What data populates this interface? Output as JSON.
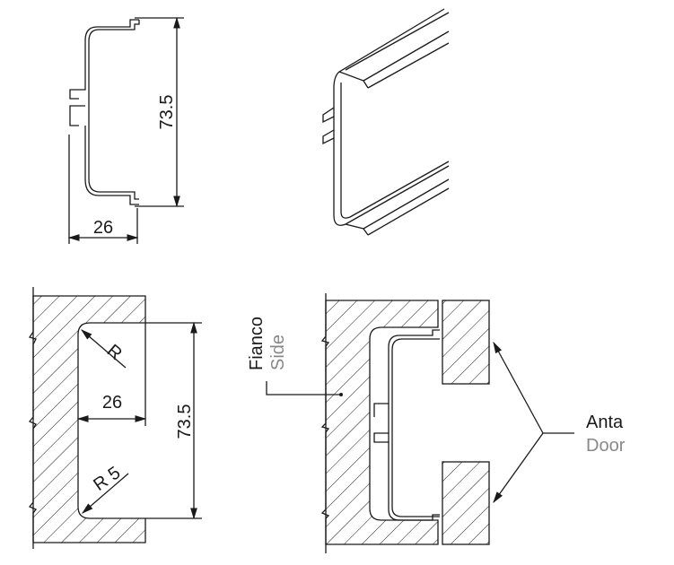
{
  "dimensions": {
    "height": "73.5",
    "width": "26",
    "radius_top": "R",
    "radius_bottom": "R 5"
  },
  "labels": {
    "side_it": "Fianco",
    "side_en": "Side",
    "door_it": "Anta",
    "door_en": "Door"
  }
}
